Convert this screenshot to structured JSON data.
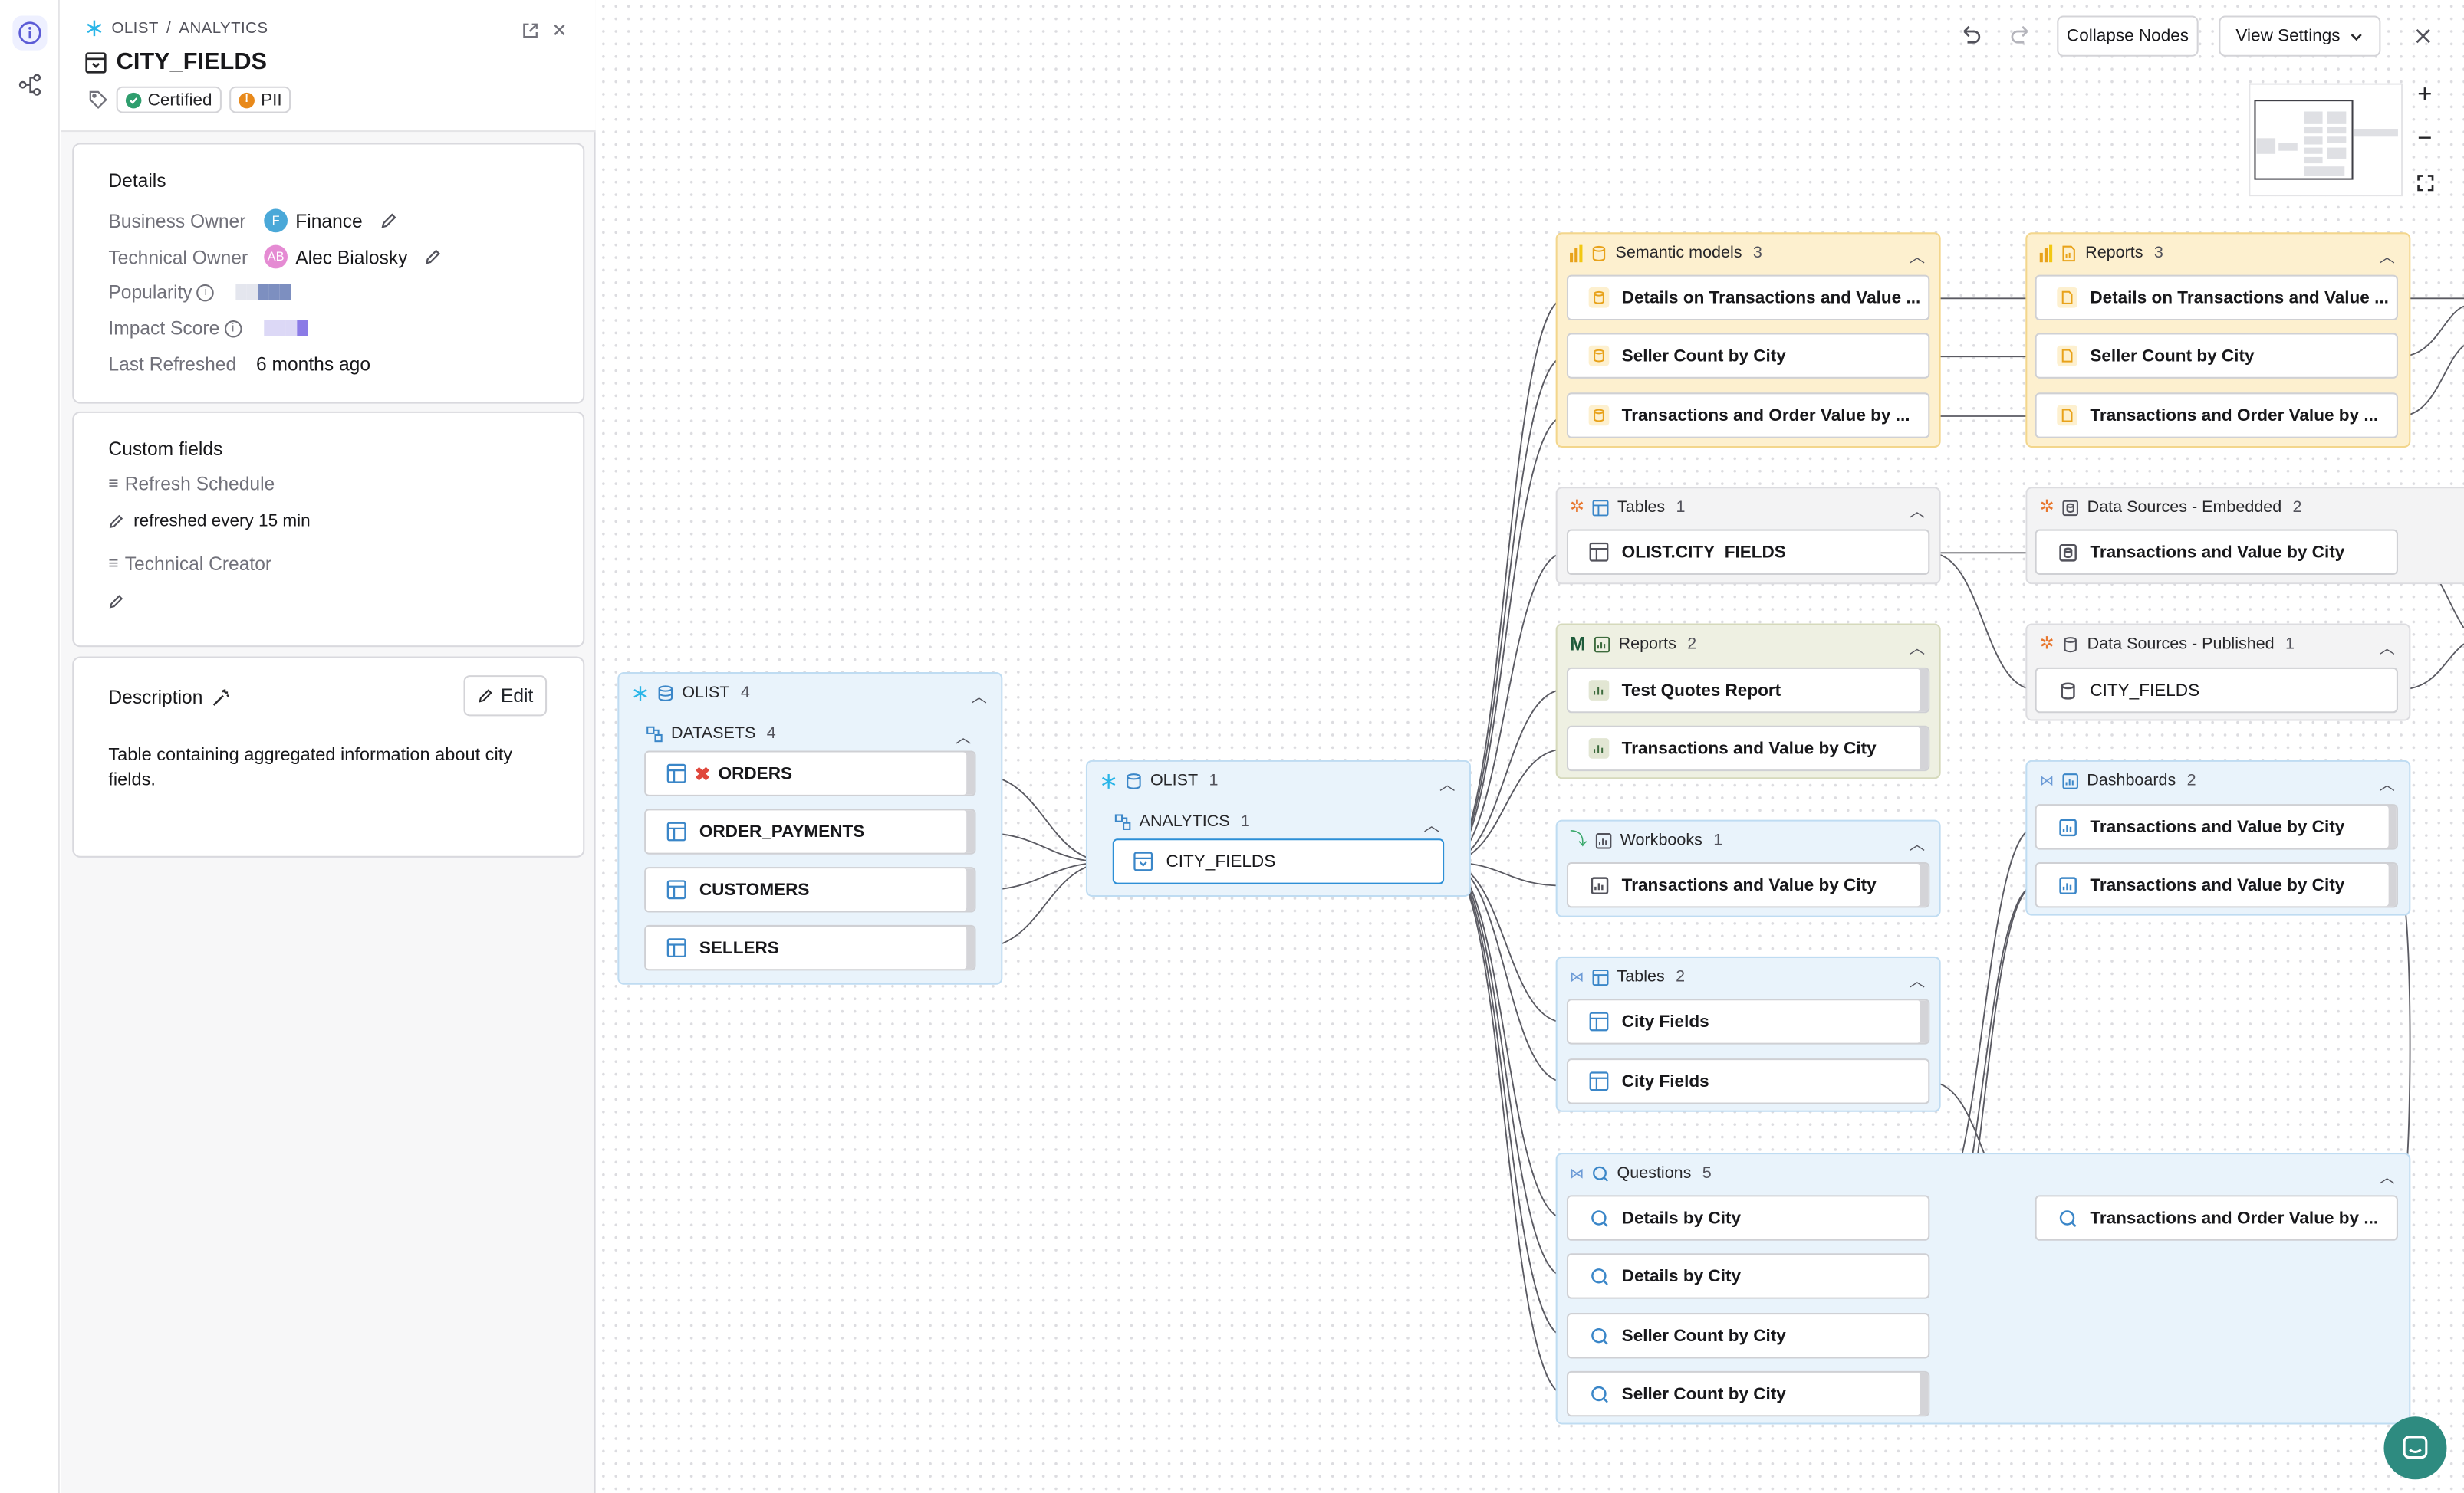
{
  "header": {
    "breadcrumb": [
      "OLIST",
      "ANALYTICS"
    ],
    "breadcrumb_sep": "/",
    "title": "CITY_FIELDS",
    "tags": [
      "Certified",
      "PII"
    ]
  },
  "details": {
    "heading": "Details",
    "business_owner_label": "Business Owner",
    "business_owner_initial": "F",
    "business_owner": "Finance",
    "technical_owner_label": "Technical Owner",
    "technical_owner_initials": "AB",
    "technical_owner": "Alec Bialosky",
    "popularity_label": "Popularity",
    "impact_label": "Impact Score",
    "last_refreshed_label": "Last Refreshed",
    "last_refreshed": "6 months ago"
  },
  "custom_fields": {
    "heading": "Custom fields",
    "field1_label": "Refresh Schedule",
    "field1_value": "refreshed every 15 min",
    "field2_label": "Technical Creator"
  },
  "description": {
    "heading": "Description",
    "edit_label": "Edit",
    "text": "Table containing aggregated information about city fields."
  },
  "toolbar": {
    "collapse": "Collapse Nodes",
    "view_settings": "View Settings"
  },
  "lineage": {
    "source": {
      "title": "OLIST",
      "count": "4",
      "sub": "DATASETS",
      "sub_count": "4",
      "items": [
        "ORDERS",
        "ORDER_PAYMENTS",
        "CUSTOMERS",
        "SELLERS"
      ]
    },
    "center": {
      "title": "OLIST",
      "count": "1",
      "sub": "ANALYTICS",
      "sub_count": "1",
      "item": "CITY_FIELDS"
    },
    "semantic": {
      "title": "Semantic models",
      "count": "3",
      "items": [
        "Details on Transactions and Value ...",
        "Seller Count by City",
        "Transactions and Order Value by ..."
      ]
    },
    "tables1": {
      "title": "Tables",
      "count": "1",
      "items": [
        "OLIST.CITY_FIELDS"
      ]
    },
    "reports_m": {
      "title": "Reports",
      "count": "2",
      "items": [
        "Test Quotes Report",
        "Transactions and Value by City"
      ]
    },
    "workbooks": {
      "title": "Workbooks",
      "count": "1",
      "items": [
        "Transactions and Value by City"
      ]
    },
    "tables2": {
      "title": "Tables",
      "count": "2",
      "items": [
        "City Fields",
        "City Fields"
      ]
    },
    "questions": {
      "title": "Questions",
      "count": "5",
      "items": [
        "Details by City",
        "Details by City",
        "Seller Count by City",
        "Seller Count by City"
      ],
      "extra": "Transactions and Order Value by ..."
    },
    "reports2": {
      "title": "Reports",
      "count": "3",
      "items": [
        "Details on Transactions and Value ...",
        "Seller Count by City",
        "Transactions and Order Value by ..."
      ]
    },
    "ds_embedded": {
      "title": "Data Sources - Embedded",
      "count": "2",
      "items": [
        "Transactions and Value by City"
      ]
    },
    "ds_published": {
      "title": "Data Sources - Published",
      "count": "1",
      "items": [
        "CITY_FIELDS"
      ]
    },
    "dashboards": {
      "title": "Dashboards",
      "count": "2",
      "items": [
        "Transactions and Value by City",
        "Transactions and Value by City"
      ]
    }
  },
  "colors": {
    "accent": "#2e8b80",
    "certified": "#2f9e6e",
    "pii": "#e8891a",
    "yellow_group": "#fdf0cf",
    "gray_group": "#f3f3f4",
    "green_group": "#eef0e2",
    "blue_group": "#e9f3fb",
    "selected_border": "#2d8fd6"
  }
}
